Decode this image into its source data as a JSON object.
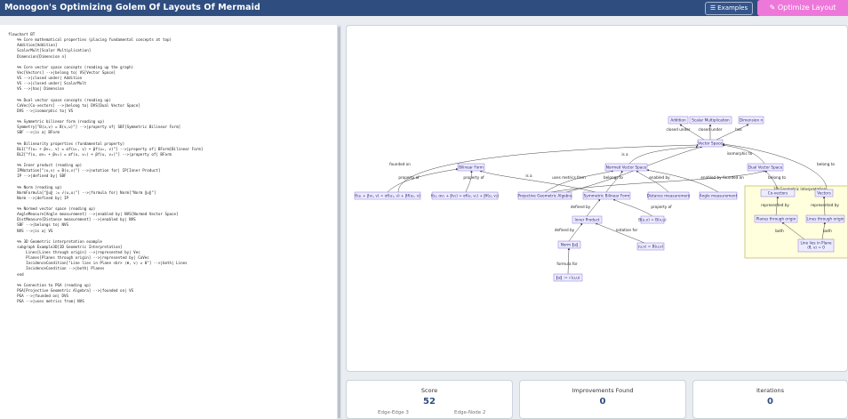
{
  "header": {
    "title": "Monogon's Optimizing Golem Of Layouts Of Mermaid",
    "examples_label": "Examples",
    "examples_icon": "list-icon",
    "optimize_label": "Optimize Layout",
    "optimize_icon": "wand-icon",
    "colors": {
      "header": "#2f4d7f",
      "optimize": "#ee78da"
    }
  },
  "editor": {
    "code": "flowchart BT\n    %% Core mathematical properties (placing fundamental concepts at top)\n    Addition[Addition]\n    ScalarMult[Scalar Multiplication]\n    Dimension[Dimension n]\n\n    %% Core vector space concepts (reading up the graph)\n    Vec[Vectors] -->|belong to| VS[Vector Space]\n    VS -->|closed under| Addition\n    VS -->|closed under| ScalarMult\n    VS -->|has| Dimension\n\n    %% Dual vector space concepts (reading up)\n    CoVec[Co-vectors] -->|belong to| DVS[Dual Vector Space]\n    DVS -->|isomorphic to| VS\n\n    %% Symmetric bilinear form (reading up)\n    Symmetry[\"B(u,v) = B(v,u)\"] -->|property of| SBF[Symmetric Bilinear Form]\n    SBF -->|is a| BForm\n\n    %% Bilinearity properties (fundamental property)\n    BL1[\"f(u₁ + βv₂, v) = αf(u₁, v) + βf(u₂, v)\"] -->|property of| BForm[Bilinear Form]\n    BL2[\"f(u, αv₁ + βv₂) = αf(u, v₁) + βf(u, v₂)\"] -->|property of| BForm\n\n    %% Inner product (reading up)\n    IPNotation[\"⟨u,v⟩ = B(u,v)\"] -->|notation for| IP[Inner Product]\n    IP -->|defined by| SBF\n\n    %% Norm (reading up)\n    NormFormula[\"‖u‖ := √⟨u,u⟩\"] -->|formula for| Norm[\"Norm ‖u‖\"]\n    Norm -->|defined by| IP\n\n    %% Normed vector space (reading up)\n    AngleMeasure[Angle measurement] -->|enabled by| NVS[Normed Vector Space]\n    DistMeasure[Distance measurement] -->|enabled by| NVS\n    SBF -->|belongs to| NVS\n    NVS -->|is a| VS\n\n    %% 3D Geometric interpretation example\n    subgraph Example3D[3D Geometric Interpretation]\n        Lines[Lines through origin] -->|represented by| Vec\n        Planes[Planes through origin] -->|represented by| CoVec\n        IncidenceCondition[\"Line lies in Plane <br> ⟨θ, v⟩ = 0\"] -->|both| Lines\n        IncidenceCondition -->|both| Planes\n    end\n\n    %% Connection to PGA (reading up)\n    PGA[Projective Geometric Algebra] -->|founded on| VS\n    PGA -->|founded on| DVS\n    PGA -->|uses metrics from| NVS"
  },
  "diagram": {
    "node_fill": "#ececff",
    "node_stroke": "#9370db",
    "subgraph_fill": "#ffffde",
    "subgraph_stroke": "#aaaa33",
    "subgraph_title": "3D Geometric Interpretation",
    "nodes": [
      {
        "id": "add",
        "label": "Addition"
      },
      {
        "id": "sm",
        "label": "Scalar Multiplication"
      },
      {
        "id": "dim",
        "label": "Dimension n"
      },
      {
        "id": "vs",
        "label": "Vector Space"
      },
      {
        "id": "bf",
        "label": "Bilinear Form"
      },
      {
        "id": "nvs",
        "label": "Normed Vector Space"
      },
      {
        "id": "dvs",
        "label": "Dual Vector Space"
      },
      {
        "id": "bl1",
        "label": "f(u₁ + βv₂, v) = αf(u₁, v) + βf(u₂, v)"
      },
      {
        "id": "bl2",
        "label": "f(u, αv₁ + βv₂) = αf(u, v₁) + βf(u, v₂)"
      },
      {
        "id": "pga",
        "label": "Projective Geometric Algebra"
      },
      {
        "id": "dist",
        "label": "Distance measurement"
      },
      {
        "id": "ang",
        "label": "Angle measurement"
      },
      {
        "id": "sbf",
        "label": "Symmetric Bilinear Form"
      },
      {
        "id": "cov",
        "label": "Co-vectors"
      },
      {
        "id": "vec",
        "label": "Vectors"
      },
      {
        "id": "ip",
        "label": "Inner Product"
      },
      {
        "id": "sym",
        "label": "B(u,v) = B(v,u)"
      },
      {
        "id": "pl",
        "label": "Planes through origin"
      },
      {
        "id": "li",
        "label": "Lines through origin"
      },
      {
        "id": "norm",
        "label": "Norm ‖u‖"
      },
      {
        "id": "ipn",
        "label": "⟨u,v⟩ = B(u,v)"
      },
      {
        "id": "inc1",
        "label": "Line lies in Plane"
      },
      {
        "id": "inc2",
        "label": "⟨θ, v⟩ = 0"
      },
      {
        "id": "nf",
        "label": "‖u‖ := √⟨u,u⟩"
      }
    ],
    "edge_labels": [
      {
        "id": "e1",
        "label": "closed under"
      },
      {
        "id": "e2",
        "label": "closed under"
      },
      {
        "id": "e3",
        "label": "has"
      },
      {
        "id": "e4",
        "label": "founded on"
      },
      {
        "id": "e5",
        "label": "is a"
      },
      {
        "id": "e6",
        "label": "isomorphic to"
      },
      {
        "id": "e7",
        "label": "belong to"
      },
      {
        "id": "e8",
        "label": "property of"
      },
      {
        "id": "e9",
        "label": "property of"
      },
      {
        "id": "e10",
        "label": "uses metrics from"
      },
      {
        "id": "e11",
        "label": "belongs to"
      },
      {
        "id": "e12",
        "label": "enabled by"
      },
      {
        "id": "e13",
        "label": "enabled by"
      },
      {
        "id": "e14",
        "label": "founded on"
      },
      {
        "id": "e15",
        "label": "belong to"
      },
      {
        "id": "e16",
        "label": "is a"
      },
      {
        "id": "e17",
        "label": "defined by"
      },
      {
        "id": "e18",
        "label": "property of"
      },
      {
        "id": "e19",
        "label": "represented by"
      },
      {
        "id": "e20",
        "label": "represented by"
      },
      {
        "id": "e21",
        "label": "defined by"
      },
      {
        "id": "e22",
        "label": "notation for"
      },
      {
        "id": "e23",
        "label": "both"
      },
      {
        "id": "e24",
        "label": "both"
      },
      {
        "id": "e25",
        "label": "formula for"
      }
    ]
  },
  "stats": [
    {
      "label": "Score",
      "value": "52",
      "sub1": "Edge-Edge 3",
      "sub2": "Edge-Node 2"
    },
    {
      "label": "Improvements Found",
      "value": "0"
    },
    {
      "label": "Iterations",
      "value": "0"
    }
  ]
}
